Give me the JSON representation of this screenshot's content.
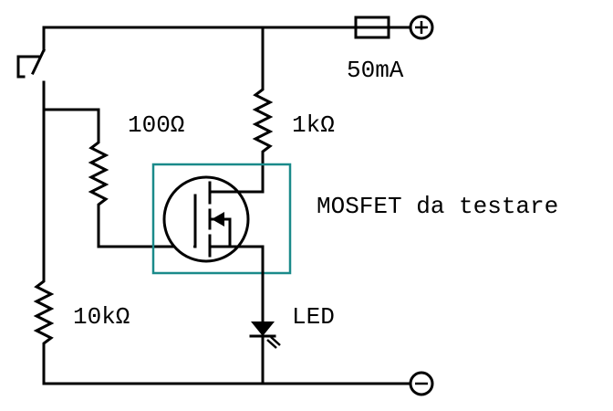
{
  "labels": {
    "fuse": "50mA",
    "r_gate": "100Ω",
    "r_drain": "1kΩ",
    "r_pulldown": "10kΩ",
    "led": "LED",
    "dut": "MOSFET da testare"
  },
  "terminals": {
    "positive": "+",
    "negative": "−"
  },
  "colors": {
    "wire": "#000000",
    "highlight_box": "#1a8a8a",
    "background": "#ffffff"
  }
}
